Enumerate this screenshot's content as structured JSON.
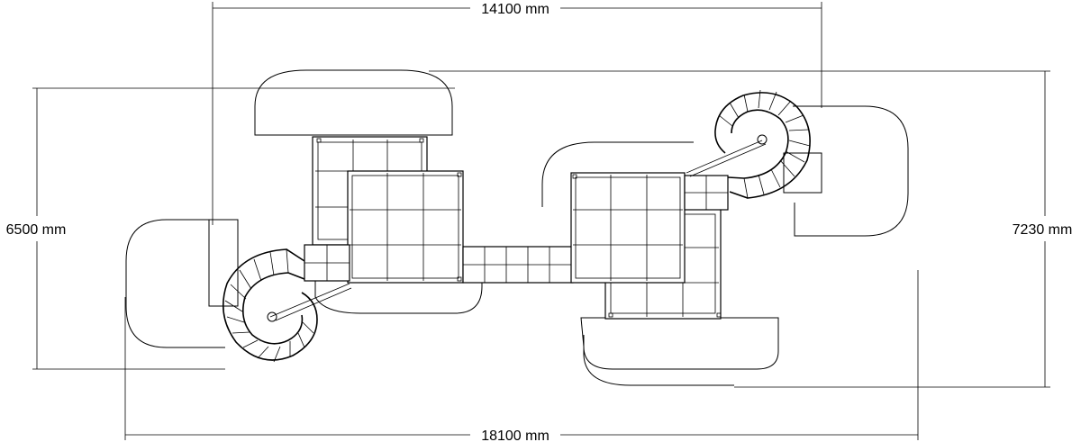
{
  "dimensions": {
    "top_width": "14100 mm",
    "bottom_width": "18100 mm",
    "left_height": "6500 mm",
    "right_height": "7230 mm"
  },
  "colors": {
    "line": "#000000",
    "background": "#ffffff"
  }
}
